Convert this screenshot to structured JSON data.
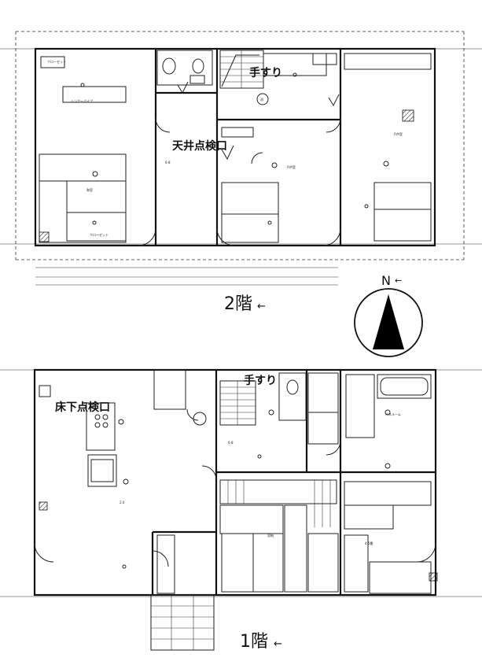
{
  "floors": {
    "second": {
      "label": "2階",
      "arrow": "←"
    },
    "first": {
      "label": "1階",
      "arrow": "←"
    }
  },
  "compass": {
    "north_label": "N",
    "arrow": "←"
  },
  "notes": {
    "ceiling_hatch": "天井点検口",
    "handrail_upper": "手すり",
    "handrail_lower": "手すり",
    "underfloor_hatch": "床下点検口"
  },
  "counts": {
    "check_marks": 3
  }
}
